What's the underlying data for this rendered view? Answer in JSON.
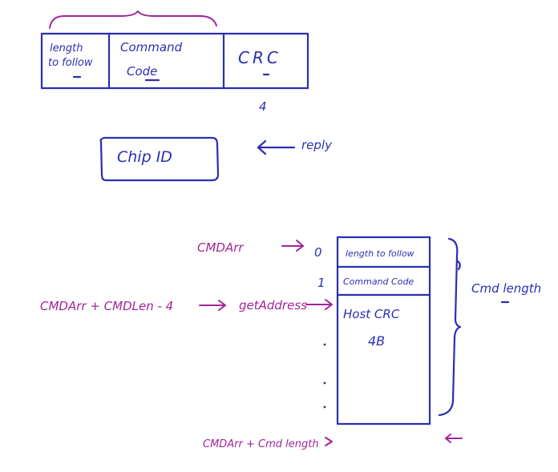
{
  "colors": {
    "blue_ink": "#2a2fb0",
    "purple_ink": "#a3249a"
  },
  "packet": {
    "field1_line1": "length",
    "field1_line2": "to follow",
    "field2_line1": "Command",
    "field2_line2": "Code",
    "field3": "CRC",
    "crc_size": "4"
  },
  "reply": {
    "box_label": "Chip ID",
    "arrow_label": "reply"
  },
  "memory": {
    "index0": "0",
    "index1": "1",
    "row0": "length to follow",
    "row1": "Command Code",
    "row2_line1": "Host CRC",
    "row2_line2": "4B",
    "brace_label": "Cmd length"
  },
  "pointers": {
    "cmdarr": "CMDArr",
    "cmdarr_len": "CMDArr + CMDLen - 4",
    "get_address": "getAddress",
    "cmdarr_cmdlength": "CMDArr + Cmd length"
  }
}
